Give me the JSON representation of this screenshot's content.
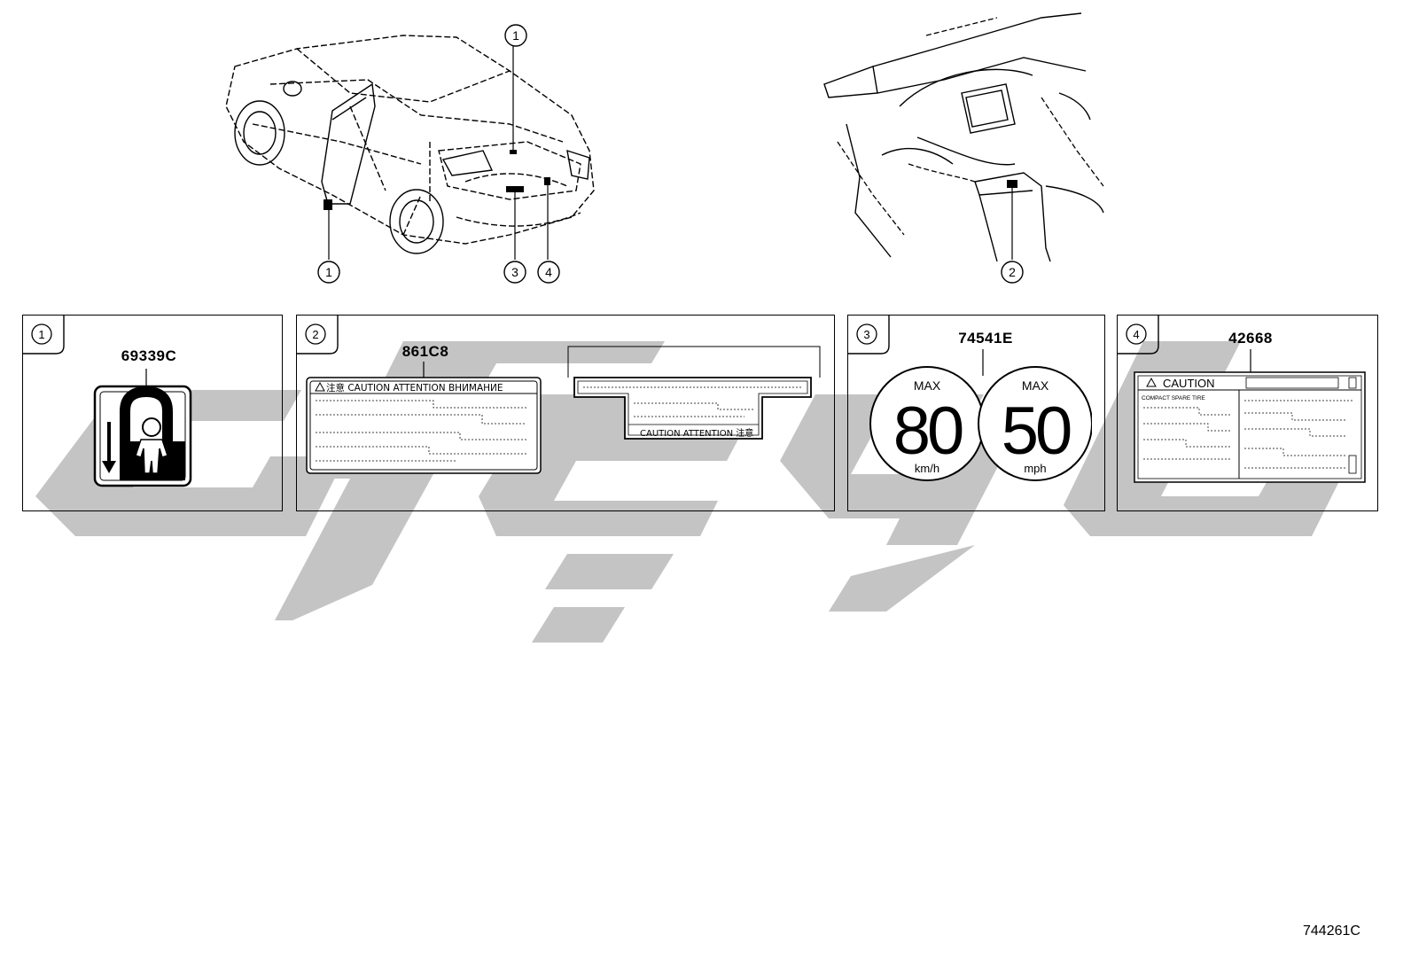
{
  "callouts": {
    "car_door": "1",
    "car_trunk_top": "1",
    "car_bottom_left": "1",
    "car_trunk_3": "3",
    "car_trunk_4": "4",
    "dash_2": "2"
  },
  "panels": [
    {
      "index": "1",
      "part_no": "69339C"
    },
    {
      "index": "2",
      "part_no": "861C8",
      "label_a_header": "注意 CAUTION  ATTENTION  ВНИМАНИЕ",
      "label_b_footer": "CAUTION  ATTENTION  注意"
    },
    {
      "index": "3",
      "part_no": "74541E",
      "max_label_1": "MAX",
      "speed_1": "80",
      "unit_1": "km/h",
      "max_label_2": "MAX",
      "speed_2": "50",
      "unit_2": "mph"
    },
    {
      "index": "4",
      "part_no": "42668",
      "header": "CAUTION",
      "subheader": "COMPACT SPARE TIRE"
    }
  ],
  "diagram_id": "744261C",
  "colors": {
    "watermark": "#c4c4c4",
    "line": "#000000"
  }
}
